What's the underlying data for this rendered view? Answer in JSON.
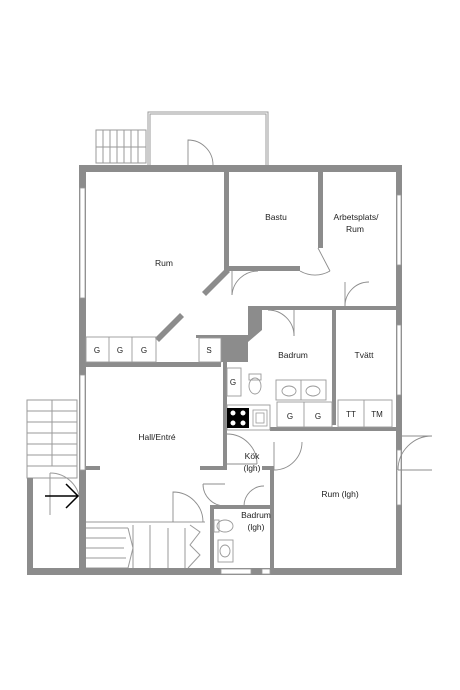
{
  "rooms": {
    "rum": "Rum",
    "bastu": "Bastu",
    "arbetsplats_l1": "Arbetsplats/",
    "arbetsplats_l2": "Rum",
    "badrum": "Badrum",
    "tvatt": "Tvätt",
    "hall": "Hall/Entré",
    "kok_l1": "Kök",
    "kok_l2": "(lgh)",
    "rum_lgh": "Rum (lgh)",
    "badrum_lgh_l1": "Badrum",
    "badrum_lgh_l2": "(lgh)"
  },
  "fixtures": {
    "closet_1": "G",
    "closet_2": "G",
    "closet_3": "G",
    "storage": "S",
    "closet_kok": "G",
    "closet_badrum_1": "G",
    "closet_badrum_2": "G",
    "tumble_dryer": "TT",
    "washing_machine": "TM"
  }
}
